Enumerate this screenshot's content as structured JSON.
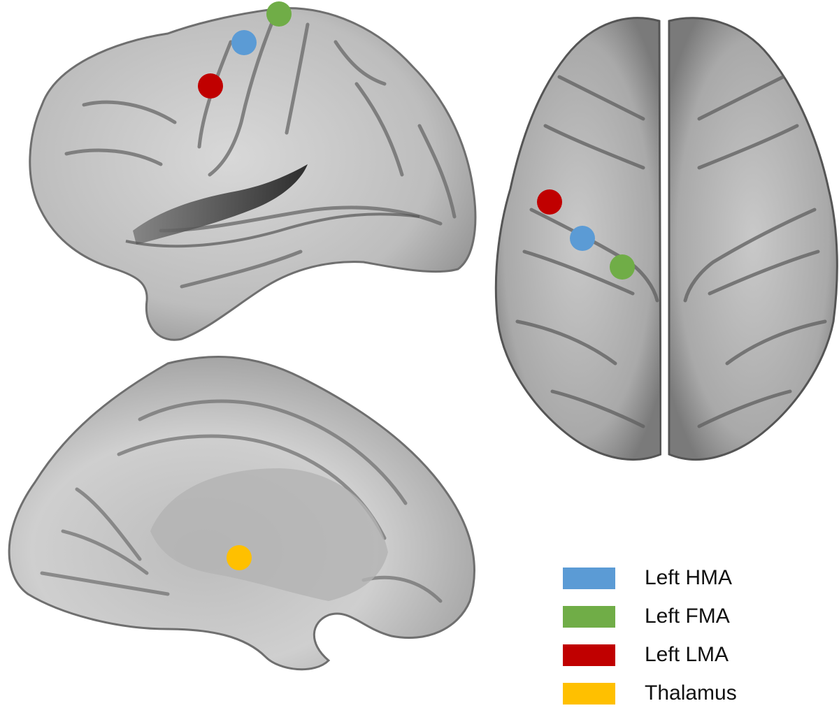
{
  "views": {
    "lateral": {
      "name": "lateral-view"
    },
    "dorsal": {
      "name": "dorsal-view"
    },
    "medial": {
      "name": "medial-view"
    }
  },
  "markers": [
    {
      "region": "Left HMA",
      "color": "#5b9bd5"
    },
    {
      "region": "Left FMA",
      "color": "#70ad47"
    },
    {
      "region": "Left LMA",
      "color": "#c00000"
    },
    {
      "region": "Thalamus",
      "color": "#ffc000"
    }
  ],
  "legend": {
    "items": [
      {
        "label": "Left HMA",
        "color": "#5b9bd5"
      },
      {
        "label": "Left FMA",
        "color": "#70ad47"
      },
      {
        "label": "Left LMA",
        "color": "#c00000"
      },
      {
        "label": "Thalamus",
        "color": "#ffc000"
      }
    ]
  }
}
